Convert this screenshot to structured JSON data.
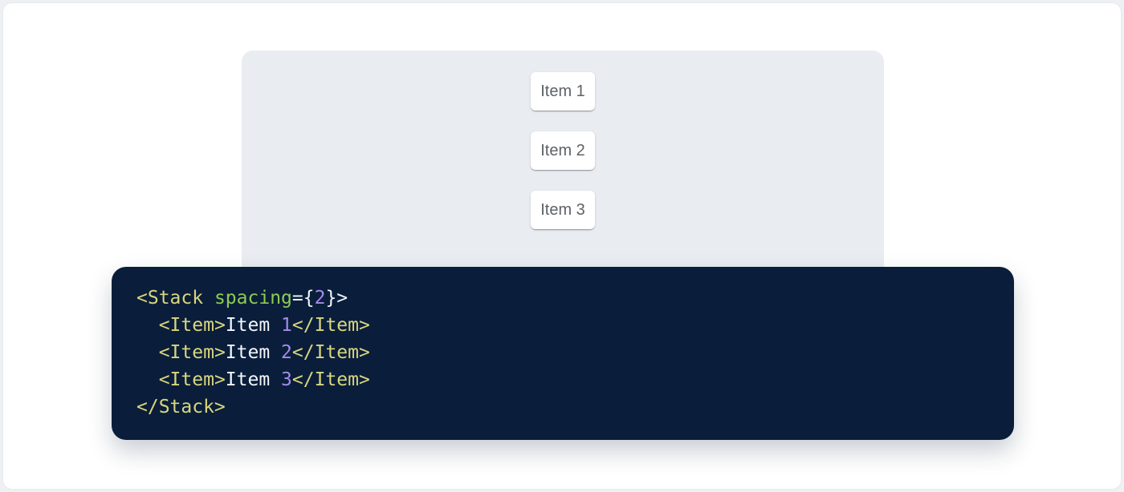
{
  "demo": {
    "panel_bg": "#e9edf2",
    "items": [
      {
        "label": "Item 1"
      },
      {
        "label": "Item 2"
      },
      {
        "label": "Item 3"
      }
    ]
  },
  "code_block": {
    "bg": "#0a1e3b",
    "token_colors": {
      "tag": "#d9d67e",
      "attr": "#8dcb52",
      "number": "#a48beb",
      "plain": "#f3f6fa"
    },
    "full_text": "<Stack spacing={2}>\n  <Item>Item 1</Item>\n  <Item>Item 2</Item>\n  <Item>Item 3</Item>\n</Stack>",
    "lines": [
      {
        "tokens": [
          {
            "type": "tag",
            "v": "<Stack"
          },
          {
            "type": "plain",
            "v": " "
          },
          {
            "type": "attr",
            "v": "spacing"
          },
          {
            "type": "plain",
            "v": "={"
          },
          {
            "type": "num",
            "v": "2"
          },
          {
            "type": "plain",
            "v": "}>"
          }
        ]
      },
      {
        "tokens": [
          {
            "type": "plain",
            "v": "  "
          },
          {
            "type": "tag",
            "v": "<Item>"
          },
          {
            "type": "plain",
            "v": "Item "
          },
          {
            "type": "num",
            "v": "1"
          },
          {
            "type": "tag",
            "v": "</Item>"
          }
        ]
      },
      {
        "tokens": [
          {
            "type": "plain",
            "v": "  "
          },
          {
            "type": "tag",
            "v": "<Item>"
          },
          {
            "type": "plain",
            "v": "Item "
          },
          {
            "type": "num",
            "v": "2"
          },
          {
            "type": "tag",
            "v": "</Item>"
          }
        ]
      },
      {
        "tokens": [
          {
            "type": "plain",
            "v": "  "
          },
          {
            "type": "tag",
            "v": "<Item>"
          },
          {
            "type": "plain",
            "v": "Item "
          },
          {
            "type": "num",
            "v": "3"
          },
          {
            "type": "tag",
            "v": "</Item>"
          }
        ]
      },
      {
        "tokens": [
          {
            "type": "tag",
            "v": "</Stack>"
          }
        ]
      }
    ]
  }
}
